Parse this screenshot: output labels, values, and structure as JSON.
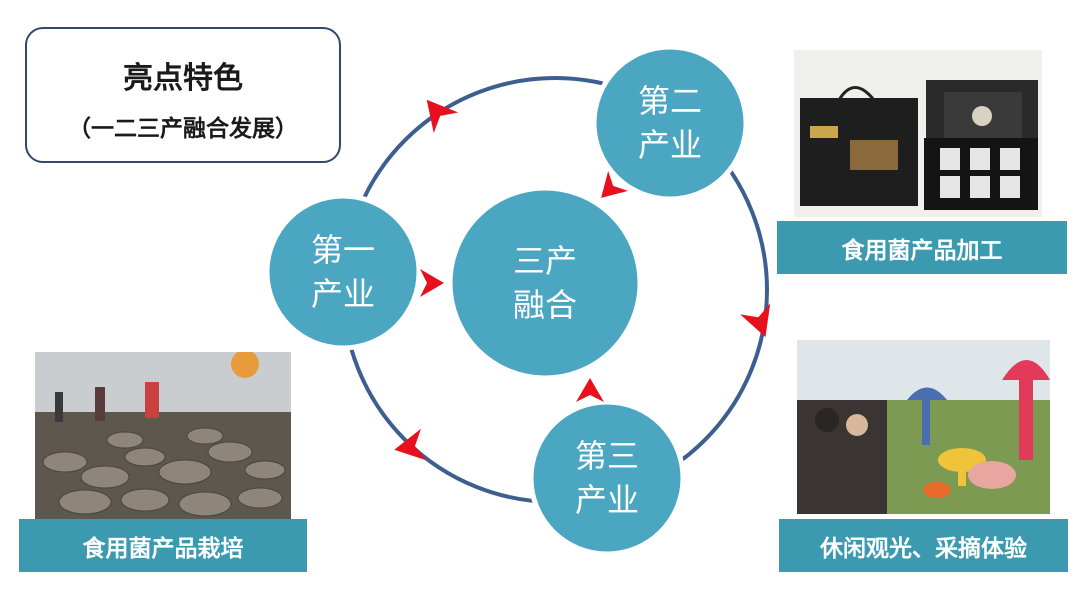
{
  "title": {
    "main": "亮点特色",
    "sub": "（一二三产融合发展）"
  },
  "nodes": {
    "primary": "第一\n产业",
    "secondary": "第二\n产业",
    "tertiary": "第三\n产业",
    "center": "三产\n融合"
  },
  "panels": {
    "processing": {
      "caption": "食用菌产品加工",
      "photo_desc": "gift-box-photo"
    },
    "cultivation": {
      "caption": "食用菌产品栽培",
      "photo_desc": "mushroom-farm-photo"
    },
    "leisure": {
      "caption": "休闲观光、采摘体验",
      "photo_desc": "mushroom-park-photo"
    }
  },
  "colors": {
    "circle_fill": "#4ba6c1",
    "circle_stroke": "#ffffff",
    "ring": "#3d5f8f",
    "arrow": "#e8101c",
    "caption_bg": "#3b9ab0",
    "title_border": "#2d4a72"
  }
}
